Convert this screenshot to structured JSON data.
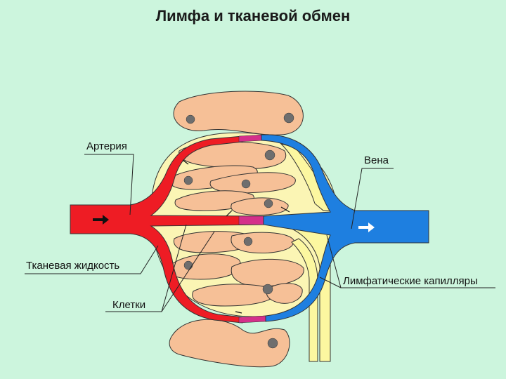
{
  "title": "Лимфа и тканевой обмен",
  "labels": {
    "artery": "Артерия",
    "vein": "Вена",
    "tissue_fluid": "Тканевая жидкость",
    "lymph_capillaries": "Лимфатические капилляры",
    "cells": "Клетки"
  },
  "colors": {
    "background": "#ccf5dd",
    "artery": "#ee1c24",
    "vein": "#1e7fe0",
    "tissue_fluid": "#fbf5b4",
    "cells": "#f6c097",
    "nucleus": "#6e6e6e",
    "mixed_capillary": "#d4308a",
    "lymph": "#fcf7a0"
  }
}
